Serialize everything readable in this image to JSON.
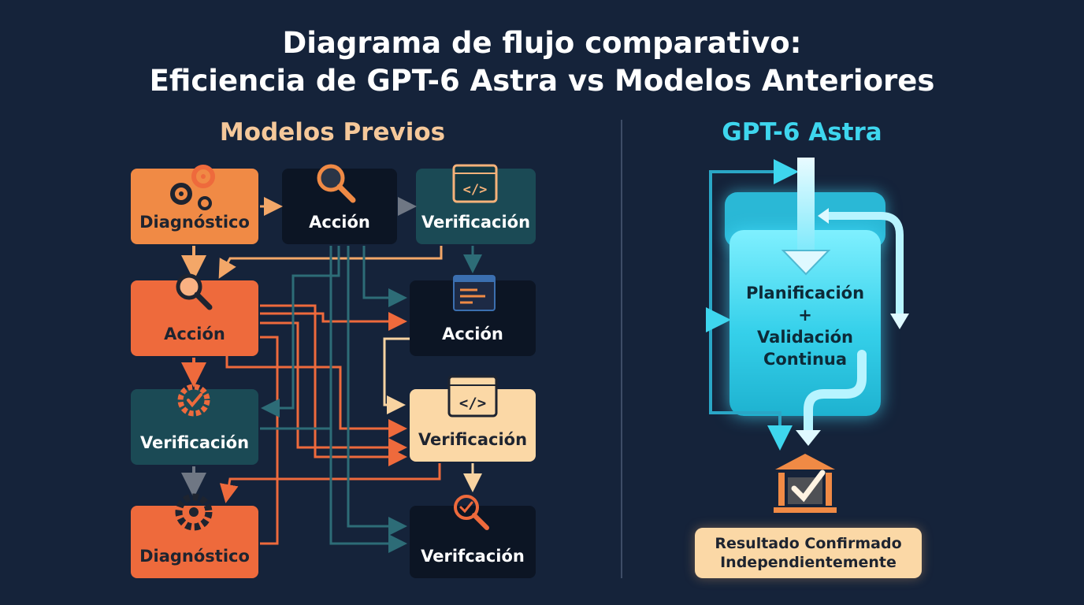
{
  "header": {
    "title_line1": "Diagrama de flujo comparativo:",
    "title_line2": "Eficiencia de GPT-6 Astra vs Modelos Anteriores"
  },
  "left": {
    "heading": "Modelos Previos",
    "heading_color": "#f5c89a",
    "nodes": {
      "diagnostico_1": "Diagnóstico",
      "accion_1": "Acción",
      "verificacion_1": "Verificación",
      "accion_2": "Acción",
      "accion_3": "Acción",
      "verificacion_2": "Verificación",
      "verificacion_3": "Verificación",
      "diagnostico_2": "Diagnóstico",
      "verificacion_4": "Verifcación"
    }
  },
  "right": {
    "heading": "GPT-6 Astra",
    "heading_color": "#3ed6ee",
    "core_line1": "Planificación",
    "core_line2": "+",
    "core_line3": "Validación",
    "core_line4": "Continua",
    "result_line1": "Resultado Confirmado",
    "result_line2": "Independientemente"
  },
  "colors": {
    "background": "#15233a",
    "orange": "#ee6a3c",
    "orange_light": "#f08a45",
    "teal_dark": "#1b4a55",
    "cream": "#fbd8a6",
    "cyan": "#35d0ea"
  },
  "icons": [
    "gears-icon",
    "magnifier-icon",
    "code-window-icon",
    "terminal-icon",
    "gear-check-icon",
    "gear-icon",
    "magnifier-check-icon",
    "bank-check-icon"
  ]
}
